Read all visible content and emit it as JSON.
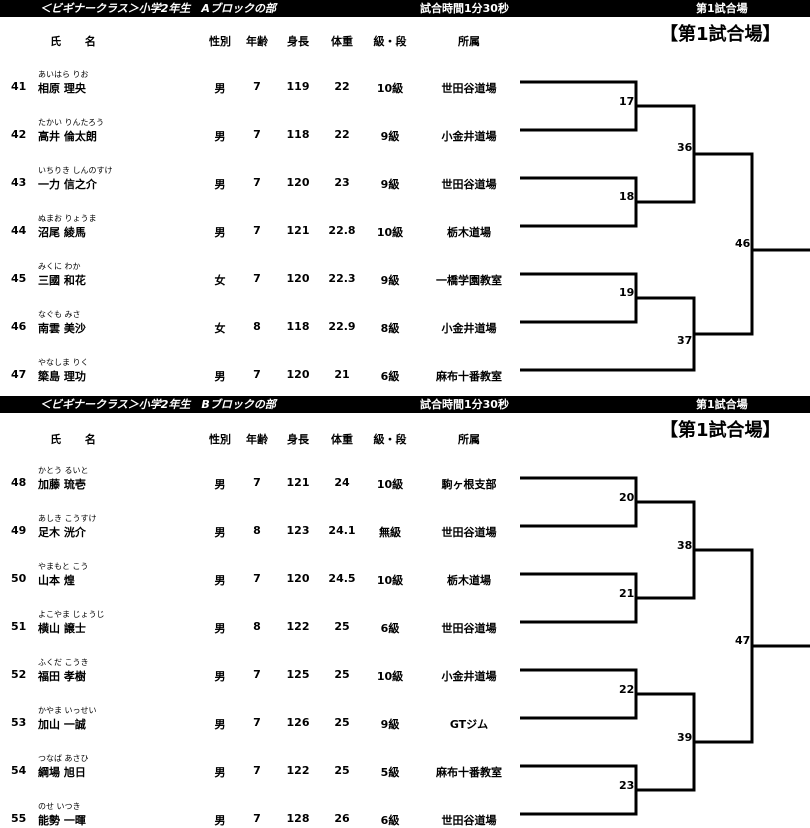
{
  "blocks": [
    {
      "title": "＜ビギナークラス＞小学2年生　Aブロックの部",
      "match_time": "試合時間1分30秒",
      "venue_small": "第1試合場",
      "venue_big": "【第1試合場】",
      "headers": {
        "name": "氏 名",
        "sex": "性別",
        "age": "年齢",
        "height": "身長",
        "weight": "体重",
        "rank": "級・段",
        "affiliation": "所属"
      },
      "players": [
        {
          "no": "41",
          "kana": "あいはら りお",
          "name": "相原 理央",
          "sex": "男",
          "age": "7",
          "height": "119",
          "weight": "22",
          "rank": "10級",
          "affiliation": "世田谷道場"
        },
        {
          "no": "42",
          "kana": "たかい りんたろう",
          "name": "高井 倫太朗",
          "sex": "男",
          "age": "7",
          "height": "118",
          "weight": "22",
          "rank": "9級",
          "affiliation": "小金井道場"
        },
        {
          "no": "43",
          "kana": "いちりき しんのすけ",
          "name": "一力 信之介",
          "sex": "男",
          "age": "7",
          "height": "120",
          "weight": "23",
          "rank": "9級",
          "affiliation": "世田谷道場"
        },
        {
          "no": "44",
          "kana": "ぬまお りょうま",
          "name": "沼尾 綾馬",
          "sex": "男",
          "age": "7",
          "height": "121",
          "weight": "22.8",
          "rank": "10級",
          "affiliation": "栃木道場"
        },
        {
          "no": "45",
          "kana": "みくに わか",
          "name": "三國 和花",
          "sex": "女",
          "age": "7",
          "height": "120",
          "weight": "22.3",
          "rank": "9級",
          "affiliation": "一橋学園教室"
        },
        {
          "no": "46",
          "kana": "なぐも みさ",
          "name": "南雲 美沙",
          "sex": "女",
          "age": "8",
          "height": "118",
          "weight": "22.9",
          "rank": "8級",
          "affiliation": "小金井道場"
        },
        {
          "no": "47",
          "kana": "やなしま りく",
          "name": "簗島 理功",
          "sex": "男",
          "age": "7",
          "height": "120",
          "weight": "21",
          "rank": "6級",
          "affiliation": "麻布十番教室"
        }
      ],
      "matches": [
        "17",
        "36",
        "18",
        "46",
        "19",
        "37"
      ]
    },
    {
      "title": "＜ビギナークラス＞小学2年生　Bブロックの部",
      "match_time": "試合時間1分30秒",
      "venue_small": "第1試合場",
      "venue_big": "【第1試合場】",
      "headers": {
        "name": "氏 名",
        "sex": "性別",
        "age": "年齢",
        "height": "身長",
        "weight": "体重",
        "rank": "級・段",
        "affiliation": "所属"
      },
      "players": [
        {
          "no": "48",
          "kana": "かとう るいと",
          "name": "加藤 琉壱",
          "sex": "男",
          "age": "7",
          "height": "121",
          "weight": "24",
          "rank": "10級",
          "affiliation": "駒ヶ根支部"
        },
        {
          "no": "49",
          "kana": "あしき こうすけ",
          "name": "足木 洸介",
          "sex": "男",
          "age": "8",
          "height": "123",
          "weight": "24.1",
          "rank": "無級",
          "affiliation": "世田谷道場"
        },
        {
          "no": "50",
          "kana": "やまもと こう",
          "name": "山本 煌",
          "sex": "男",
          "age": "7",
          "height": "120",
          "weight": "24.5",
          "rank": "10級",
          "affiliation": "栃木道場"
        },
        {
          "no": "51",
          "kana": "よこやま じょうじ",
          "name": "横山 譲士",
          "sex": "男",
          "age": "8",
          "height": "122",
          "weight": "25",
          "rank": "6級",
          "affiliation": "世田谷道場"
        },
        {
          "no": "52",
          "kana": "ふくだ こうき",
          "name": "福田 孝樹",
          "sex": "男",
          "age": "7",
          "height": "125",
          "weight": "25",
          "rank": "10級",
          "affiliation": "小金井道場"
        },
        {
          "no": "53",
          "kana": "かやま いっせい",
          "name": "加山 一誠",
          "sex": "男",
          "age": "7",
          "height": "126",
          "weight": "25",
          "rank": "9級",
          "affiliation": "GTジム"
        },
        {
          "no": "54",
          "kana": "つなば あさひ",
          "name": "綱場 旭日",
          "sex": "男",
          "age": "7",
          "height": "122",
          "weight": "25",
          "rank": "5級",
          "affiliation": "麻布十番教室"
        },
        {
          "no": "55",
          "kana": "のせ いつき",
          "name": "能勢 一暉",
          "sex": "男",
          "age": "7",
          "height": "128",
          "weight": "26",
          "rank": "6級",
          "affiliation": "世田谷道場"
        }
      ],
      "matches": [
        "20",
        "38",
        "21",
        "47",
        "22",
        "39",
        "23"
      ]
    }
  ]
}
